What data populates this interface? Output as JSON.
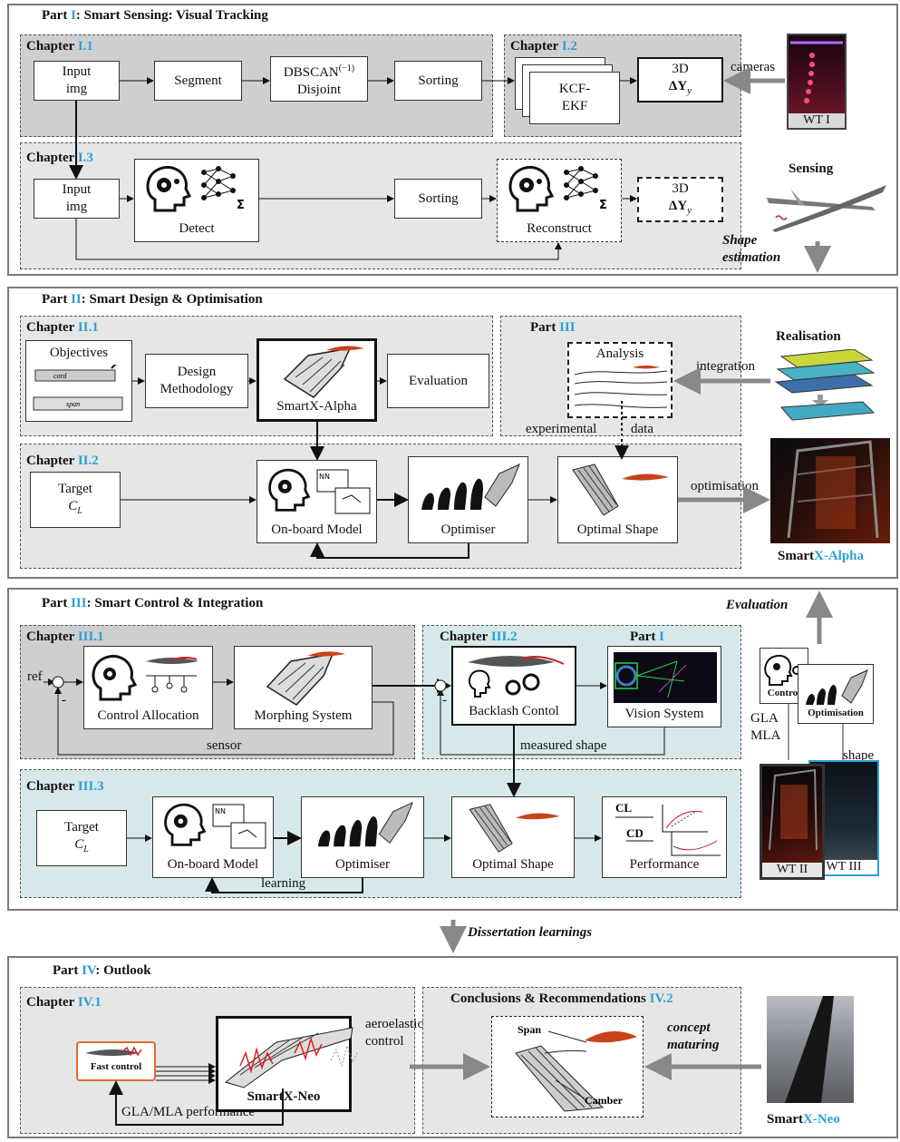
{
  "part1": {
    "title_prefix": "Part ",
    "title_num": "I",
    "title_rest": ": Smart Sensing: Visual Tracking",
    "ch11": {
      "label": "Chapter ",
      "num": "I.1"
    },
    "ch12": {
      "label": "Chapter ",
      "num": "I.2"
    },
    "ch13": {
      "label": "Chapter ",
      "num": "I.3"
    },
    "input_img_1": "Input",
    "input_img_2": "img",
    "segment": "Segment",
    "dbscan_1": "DBSCAN",
    "dbscan_sup": "(−1)",
    "dbscan_2": "Disjoint",
    "sorting": "Sorting",
    "kcf_1": "KCF-",
    "kcf_2": "EKF",
    "delta_1": "3D",
    "delta_2": "ΔY",
    "delta_sub": "y",
    "cameras": "cameras",
    "wt1": "WT I",
    "detect": "Detect",
    "reconstruct": "Reconstruct",
    "sensing": "Sensing",
    "shape_est_1": "Shape",
    "shape_est_2": "estimation"
  },
  "part2": {
    "title_prefix": "Part ",
    "title_num": "II",
    "title_rest": ": Smart Design & Optimisation",
    "ch21": {
      "label": "Chapter ",
      "num": "II.1"
    },
    "ch22": {
      "label": "Chapter ",
      "num": "II.2"
    },
    "part3_ref": {
      "label": "Part ",
      "num": "III"
    },
    "objectives": "Objectives",
    "cord": "cord",
    "span": "span",
    "design_1": "Design",
    "design_2": "Methodology",
    "smartx_alpha": "SmartX-Alpha",
    "evaluation": "Evaluation",
    "analysis": "Analysis",
    "integration": "integration",
    "realisation": "Realisation",
    "experimental": "experimental",
    "data": "data",
    "target": "Target",
    "cl_main": "C",
    "cl_sub": "L",
    "onboard": "On-board Model",
    "optimiser": "Optimiser",
    "optimal_shape": "Optimal Shape",
    "optimisation": "optimisation",
    "alpha_caption_1": "Smart",
    "alpha_caption_2": "X-Alpha"
  },
  "part3": {
    "title_prefix": "Part ",
    "title_num": "III",
    "title_rest": ": Smart Control & Integration",
    "ch31": {
      "label": "Chapter ",
      "num": "III.1"
    },
    "ch32": {
      "label": "Chapter ",
      "num": "III.2"
    },
    "ch33": {
      "label": "Chapter ",
      "num": "III.3"
    },
    "part1_ref": {
      "label": "Part ",
      "num": "I"
    },
    "ref": "ref",
    "minus": "-",
    "control_allocation": "Control Allocation",
    "morphing_system": "Morphing System",
    "sensor": "sensor",
    "backlash": "Backlash Contol",
    "vision_system": "Vision System",
    "measured_shape": "measured shape",
    "evaluation": "Evaluation",
    "control": "Control",
    "optimisation": "Optimisation",
    "gla": "GLA",
    "mla": "MLA",
    "shape": "shape",
    "wt2": "WT II",
    "wt3": "WT III",
    "target": "Target",
    "onboard": "On-board Model",
    "optimiser": "Optimiser",
    "optimal_shape": "Optimal Shape",
    "performance": "Performance",
    "learning": "learning",
    "cl_label": "CL",
    "cd_label": "CD"
  },
  "dissertation": "Dissertation learnings",
  "part4": {
    "title_prefix": "Part ",
    "title_num": "IV",
    "title_rest": ": Outlook",
    "ch41": {
      "label": "Chapter ",
      "num": "IV.1"
    },
    "conclusions": {
      "label": "Conclusions & Recommendations ",
      "num": "IV.2"
    },
    "fast_control": "Fast control",
    "smartx_neo": "SmartX-Neo",
    "aeroelastic_1": "aeroelastic",
    "aeroelastic_2": "control",
    "gla_mla_perf": "GLA/MLA performance",
    "span": "Span",
    "camber": "Camber",
    "concept_1": "concept",
    "concept_2": "maturing",
    "neo_caption_1": "Smart",
    "neo_caption_2": "X-Neo"
  }
}
